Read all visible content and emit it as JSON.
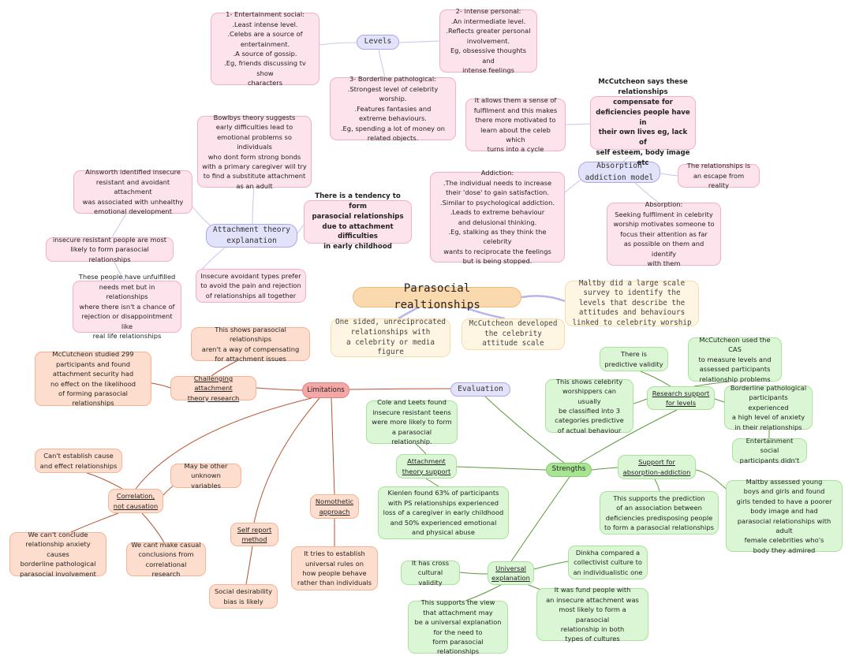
{
  "central": "Parasocial realtionships",
  "levels": {
    "hub": "Levels",
    "entertainment": "1- Entertainment social:\n.Least intense level.\n.Celebs are a source of\nentertainment.\n.A source of gossip.\n.Eg, friends discussing tv show\ncharacters",
    "intense": "2- intense personal:\n.An intermediate level.\n.Reflects greater personal\ninvolvement.\nEg, obsessive thoughts and\nintense feelings",
    "borderline": "3- Borderline pathological:\n.Strongest level of celebrity worship.\n.Features fantasies and\nextreme behaviours.\n.Eg, spending a lot of money on\nrelated objects."
  },
  "absorption": {
    "hub": "Absorption\naddiction model",
    "mccutcheon_says": "McCutcheon says these\nrelationships compensate for\ndeficiencies people have in\ntheir own lives eg, lack of\nself esteem, body image etc",
    "fulfilment": "It allows them a sense of\nfulfilment and this makes\nthere more motivated to\nlearn about the celeb which\nturns into a cycle",
    "escape": "The relationships is\nan escape from reality",
    "addiction": "Addiction:\n.The individual needs to increase\ntheir 'dose' to gain satisfaction.\n.Similar to psychological addiction.\n.Leads to extreme behaviour\nand delusional thinking.\n.Eg, stalking as they think the celebrity\nwants to reciprocate the feelings\nbut is being stopped.",
    "absorption_def": "Absorption:\nSeeking fulfilment in celebrity\nworship motivates someone to\nfocus their attention as far\nas possible on them and identify\nwith them"
  },
  "attachment": {
    "hub": "Attachment theory\nexplanation",
    "bowlby": "Bowlbys theory suggests\nearly difficulties lead to\nemotional problems so individuals\nwho dont form strong bonds\nwith a primary caregiver will try\nto find a substitute attachment\nas an adult",
    "tendency": "There is a tendency to form\nparasocial relationships\ndue to attachment difficulties\nin early childhood",
    "ainsworth": "Ainsworth identified insecure\nresistant and avoidant attachment\nwas associated with unhealthy\nemotional development",
    "resistant": "insecure resistant people are most\nlikely to form parasocial relationships",
    "unfulfilled": "These people have unfulfilled\nneeds met but in relationships\nwhere there isn't a chance of\nrejection or disappointment like\nreal life relationships",
    "avoidant": "Insecure avoidant types prefer\nto avoid the pain and rejection\nof relationships all together"
  },
  "top": {
    "maltby_survey": "Maltby did a large scale\nsurvey to identify the\nlevels that describe the\nattitudes and behaviours\nlinked to celebrity worship",
    "one_sided": "One sided, unreciprocated\nrelationships with\na celebrity or media\nfigure",
    "cas": "McCutcheon developed\nthe celebrity\nattitude scale"
  },
  "limitations": {
    "hub": "Limitations",
    "challenging": "Challenging attachment\ntheory research",
    "not_compensating": "This shows parasocial relationships\naren't a way of compensating\nfor attachment issues",
    "mccutcheon_299": "McCutcheon studied 299\nparticipants and found\nattachment security had\nno effect on the likelihood\nof forming parasocial relationships",
    "correlation": "Correlation,\nnot causation",
    "cause_effect": "Can't establish cause\nand effect relationships",
    "unknown_vars": "May be other\nunknown variables",
    "cant_conclude": "We can't conclude\nrelationship anxiety causes\nborderline pathological\nparasocial involvement",
    "casual": "We cant make casual\nconclusions from\ncorrelational research",
    "self_report": "Self report\nmethod",
    "social_desirability": "Social desirability\nbias is likely",
    "nomothetic": "Nomothetic\napproach",
    "universal_rules": "It tries to establish\nuniversal rules on\nhow people behave\nrather than individuals"
  },
  "evaluation": {
    "hub": "Evaluation",
    "strengths": "Strengths",
    "research_support": "Research support\nfor levels",
    "predictive": "There is\npredictive validity",
    "cas_used": "McCutcheon used the CAS\nto measure levels and\nassessed participants\nrelationship problems",
    "three_categories": "This shows celebrity\nworshippers can usually\nbe classified into 3\ncategories predictive\nof actual behaviour",
    "borderline_anxiety": "Borderline pathological\nparticipants experienced\na high level of anxiety\nin their relationships",
    "entertainment_didnt": "Entertainment social\nparticipants didn't",
    "attachment_support": "Attachment\ntheory support",
    "cole_leets": "Cole and Leets found\ninsecure resistant teens\nwere more likely to form\na parasocial relationship.",
    "kienlen": "Kienlen found 63% of participants\nwith PS relationships experienced\nloss of a caregiver in early childhood\nand 50% experienced emotional\nand physical abuse",
    "absorption_support": "Support for\nabsorption-addiction",
    "supports_prediction": "This supports the prediction\nof an association between\ndeficiencies predisposing people\nto form a parasocial relationships",
    "maltby_young": "Maltby assessed young\nboys and girls and found\ngirls tended to have a poorer\nbody image and had\nparasocial relationships with adult\nfemale celebrities who's\nbody they admired",
    "universal": "Universal\nexplanation",
    "cross_cultural": "It has cross\ncultural validity",
    "dinkha": "Dinkha compared a\ncollectivist culture to\nan individualistic one",
    "insecure_found": "It was fund people with\nan insecure attachment was\nmost likely to form a parasocial\nrelationship in both\ntypes of cultures",
    "supports_view": "This supports the view\nthat attachment may\nbe a universal explanation\nfor the need to\nform parasocial relationships"
  },
  "colors": {
    "pink_line": "#c6c6ee",
    "central_line": "#b9b3ec",
    "red_line": "#b8522e",
    "green_line": "#5b9a3a"
  }
}
